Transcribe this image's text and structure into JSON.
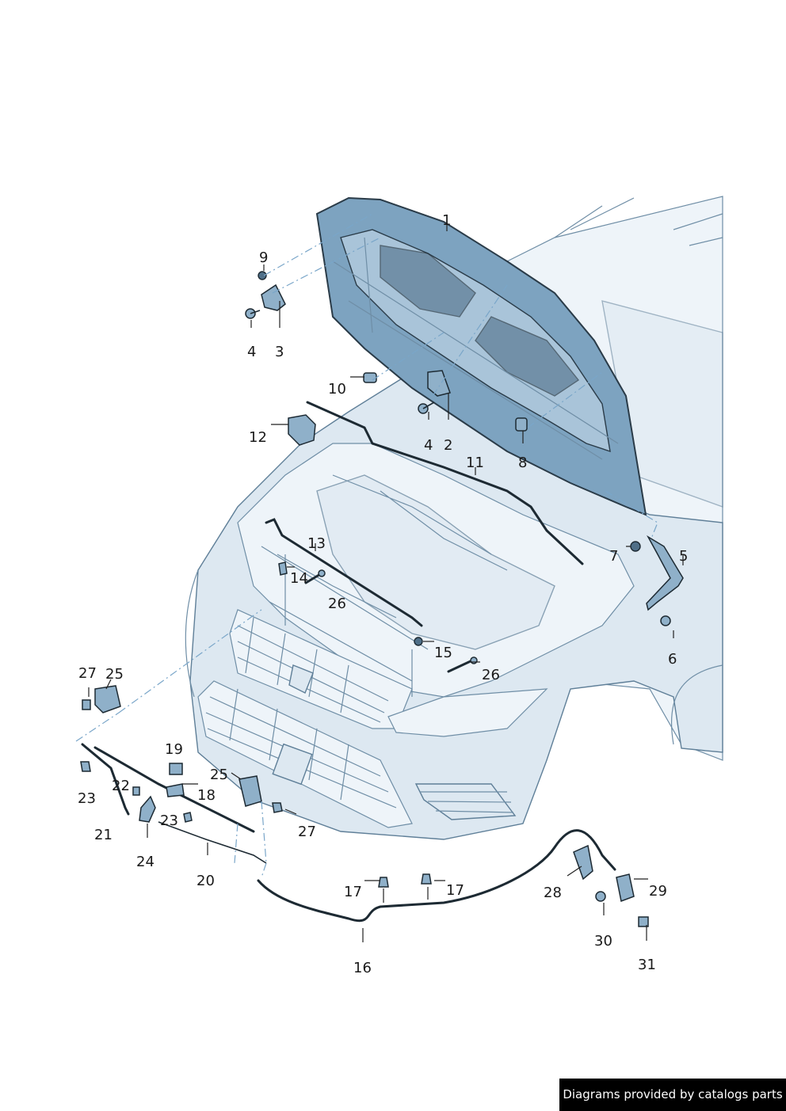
{
  "callouts": {
    "c1": "1",
    "c2": "2",
    "c3": "3",
    "c4a": "4",
    "c4b": "4",
    "c5": "5",
    "c6": "6",
    "c7": "7",
    "c8": "8",
    "c9": "9",
    "c10": "10",
    "c11": "11",
    "c12": "12",
    "c13": "13",
    "c14": "14",
    "c15": "15",
    "c16": "16",
    "c17a": "17",
    "c17b": "17",
    "c18": "18",
    "c19": "19",
    "c20": "20",
    "c21": "21",
    "c22": "22",
    "c23a": "23",
    "c23b": "23",
    "c24": "24",
    "c25a": "25",
    "c25b": "25",
    "c26a": "26",
    "c26b": "26",
    "c27a": "27",
    "c27b": "27",
    "c28": "28",
    "c29": "29",
    "c30": "30",
    "c31": "31"
  },
  "credit": "Diagrams provided by catalogs parts"
}
